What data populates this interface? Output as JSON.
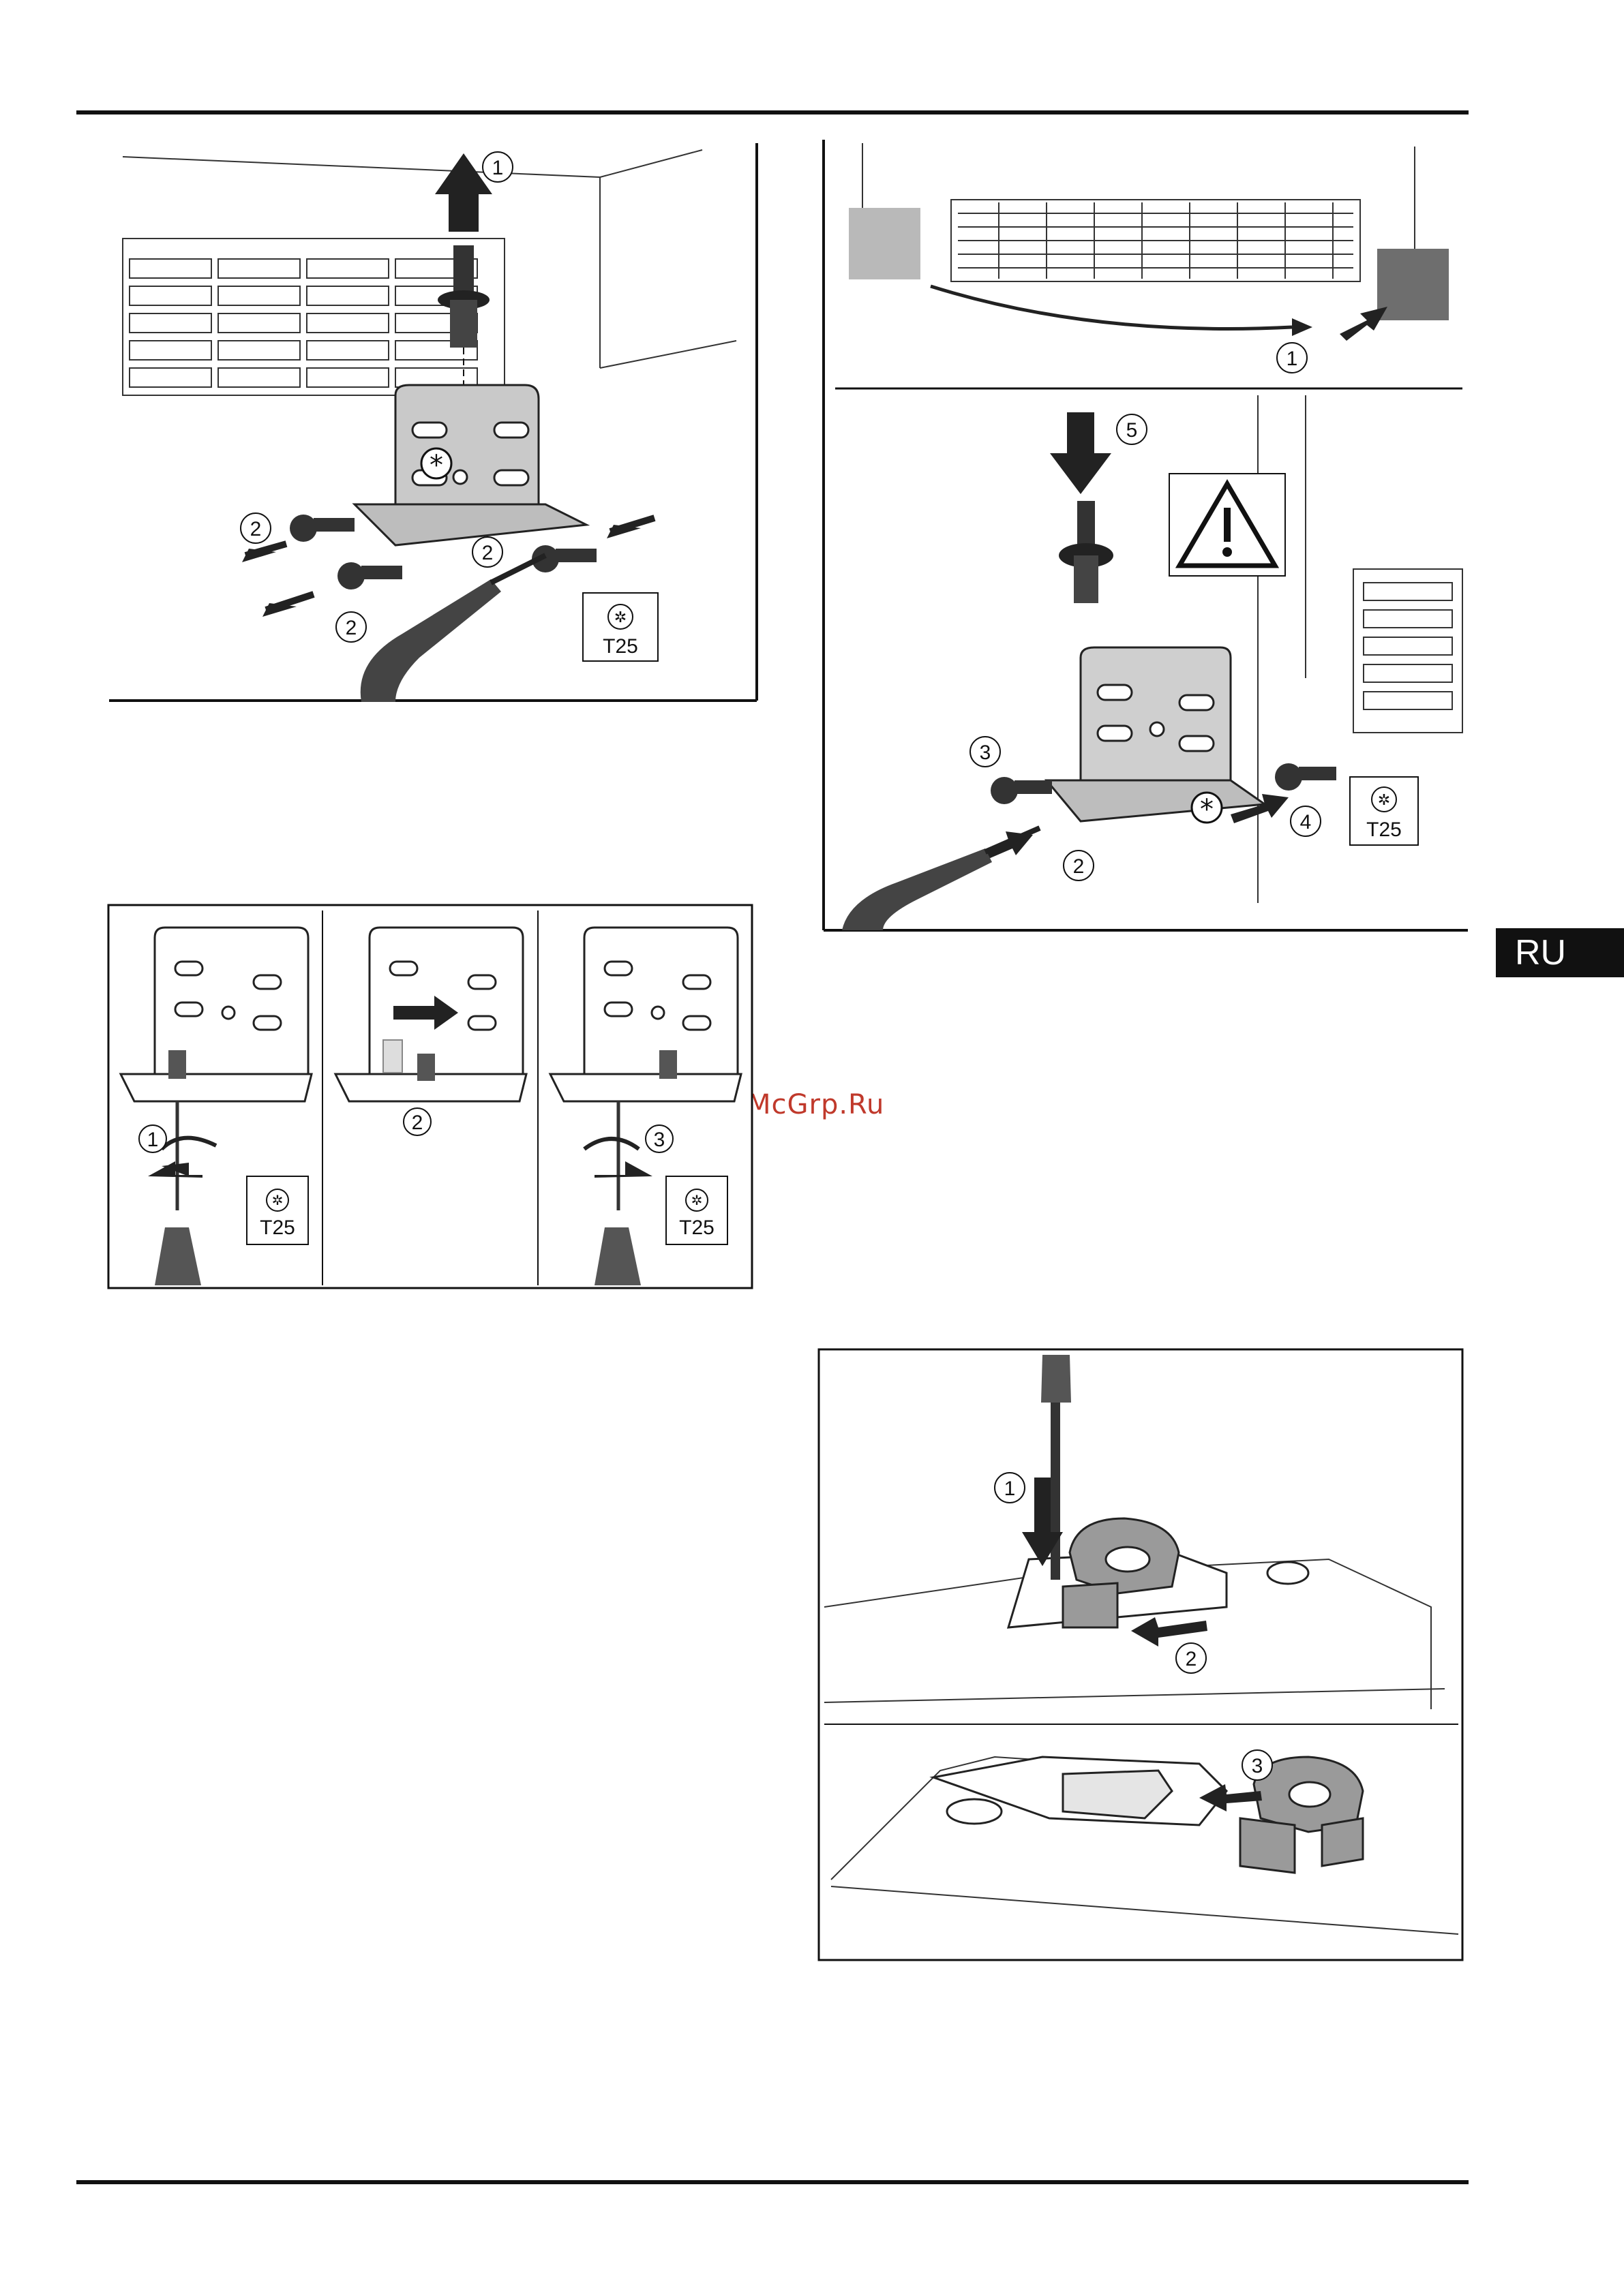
{
  "language_tab": "RU",
  "watermark": "McGrp.Ru",
  "figure_hinge_removal": {
    "callouts": [
      "1",
      "2",
      "2",
      "2"
    ],
    "tool_label": "T25"
  },
  "figure_hinge_swap": {
    "callouts": [
      "1",
      "2",
      "3",
      "4",
      "5"
    ],
    "tool_label": "T25"
  },
  "figure_screw_steps": {
    "callouts": [
      "1",
      "2",
      "3"
    ],
    "tool_labels": [
      "T25",
      "T25"
    ]
  },
  "figure_bracket": {
    "callouts": [
      "1",
      "2",
      "3"
    ]
  },
  "colors": {
    "ink": "#111111",
    "panel_gray": "#b9b9b9",
    "dark_gray": "#6e6e6e",
    "accent_red": "#c0392b"
  }
}
